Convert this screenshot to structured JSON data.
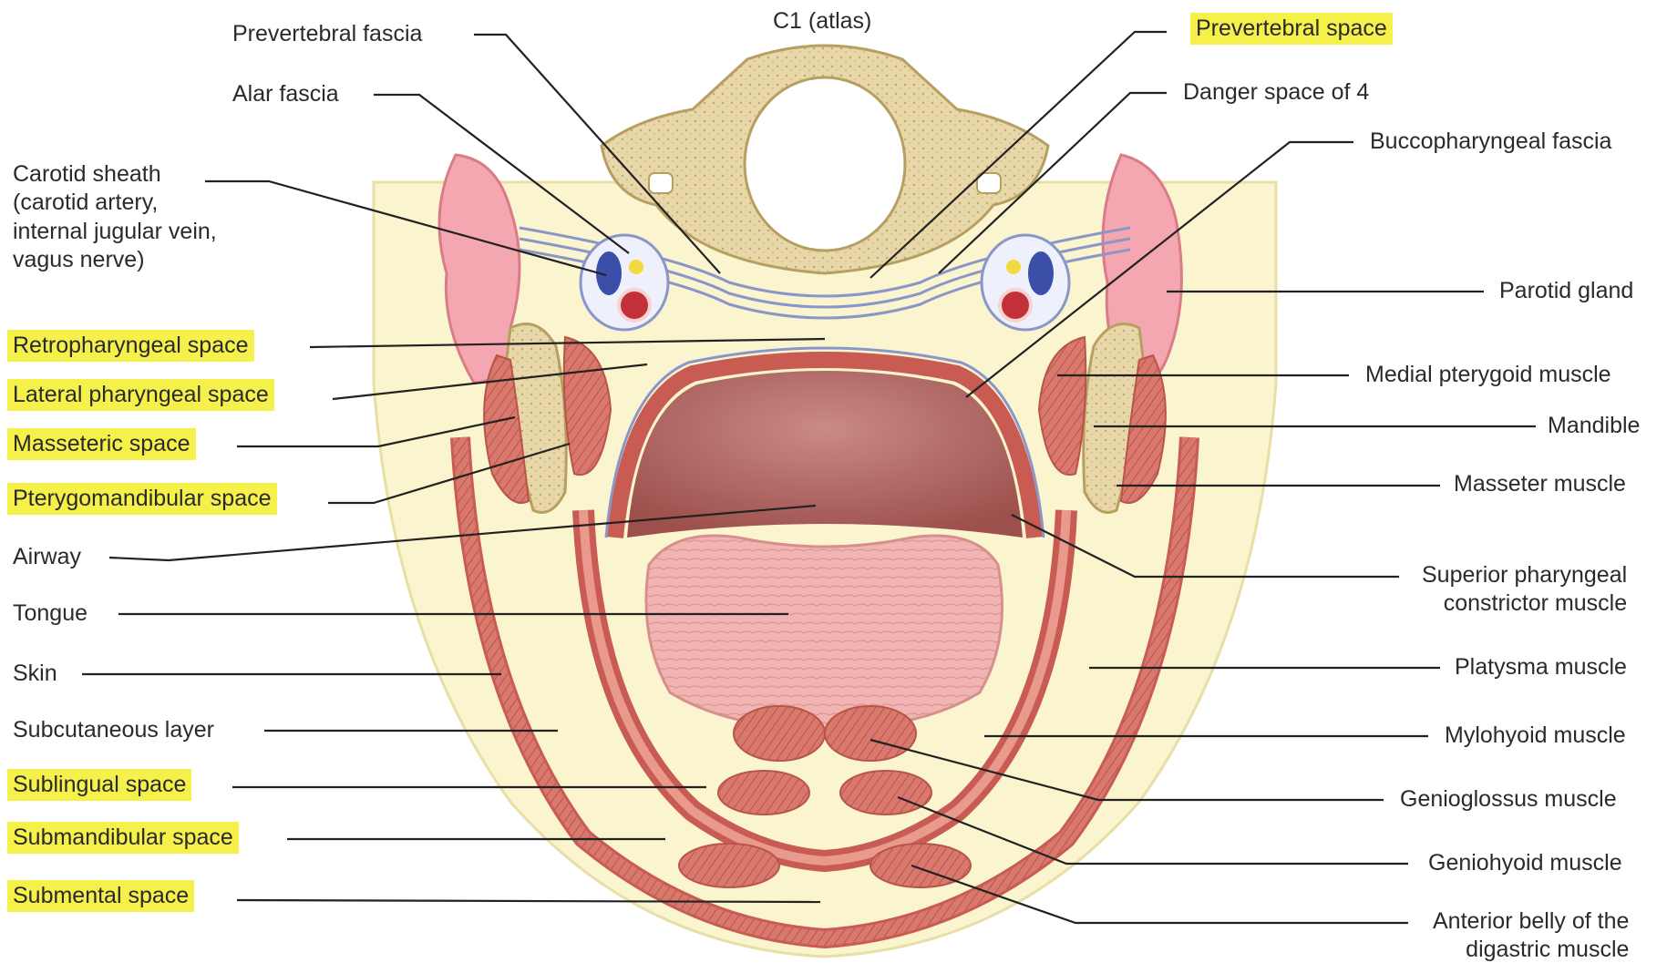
{
  "top_label": "C1 (atlas)",
  "highlight_color": "#f6f04a",
  "left_labels": [
    {
      "text": "Prevertebral fascia",
      "highlighted": false
    },
    {
      "text": "Alar fascia",
      "highlighted": false
    },
    {
      "text": "Carotid sheath\n(carotid artery,\ninternal jugular vein,\nvagus nerve)",
      "highlighted": false
    },
    {
      "text": "Retropharyngeal space",
      "highlighted": true
    },
    {
      "text": "Lateral pharyngeal space",
      "highlighted": true
    },
    {
      "text": "Masseteric space",
      "highlighted": true
    },
    {
      "text": "Pterygomandibular space",
      "highlighted": true
    },
    {
      "text": "Airway",
      "highlighted": false
    },
    {
      "text": "Tongue",
      "highlighted": false
    },
    {
      "text": "Skin",
      "highlighted": false
    },
    {
      "text": "Subcutaneous layer",
      "highlighted": false
    },
    {
      "text": "Sublingual space",
      "highlighted": true
    },
    {
      "text": "Submandibular space",
      "highlighted": true
    },
    {
      "text": "Submental space",
      "highlighted": true
    }
  ],
  "right_labels": [
    {
      "text": "Prevertebral space",
      "highlighted": true
    },
    {
      "text": "Danger space of 4",
      "highlighted": false
    },
    {
      "text": "Buccopharyngeal fascia",
      "highlighted": false
    },
    {
      "text": "Parotid gland",
      "highlighted": false
    },
    {
      "text": "Medial pterygoid muscle",
      "highlighted": false
    },
    {
      "text": "Mandible",
      "highlighted": false
    },
    {
      "text": "Masseter muscle",
      "highlighted": false
    },
    {
      "text": "Superior pharyngeal\nconstrictor muscle",
      "highlighted": false
    },
    {
      "text": "Platysma muscle",
      "highlighted": false
    },
    {
      "text": "Mylohyoid muscle",
      "highlighted": false
    },
    {
      "text": "Genioglossus muscle",
      "highlighted": false
    },
    {
      "text": "Geniohyoid muscle",
      "highlighted": false
    },
    {
      "text": "Anterior belly of the\ndigastric muscle",
      "highlighted": false
    }
  ]
}
